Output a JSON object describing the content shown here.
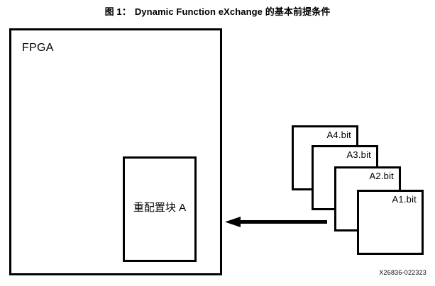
{
  "figure": {
    "number": "图 1：",
    "title": "Dynamic Function eXchange 的基本前提条件"
  },
  "diagram": {
    "fpga_label": "FPGA",
    "reconfig_block_label": "重配置块 A",
    "bitstreams": [
      {
        "label": "A4.bit"
      },
      {
        "label": "A3.bit"
      },
      {
        "label": "A2.bit"
      },
      {
        "label": "A1.bit"
      }
    ],
    "arrow": {
      "icon": "left-arrow-icon",
      "direction": "left"
    },
    "document_id": "X26836-022323"
  },
  "colors": {
    "line": "#000000",
    "background": "#ffffff",
    "text": "#000000"
  }
}
